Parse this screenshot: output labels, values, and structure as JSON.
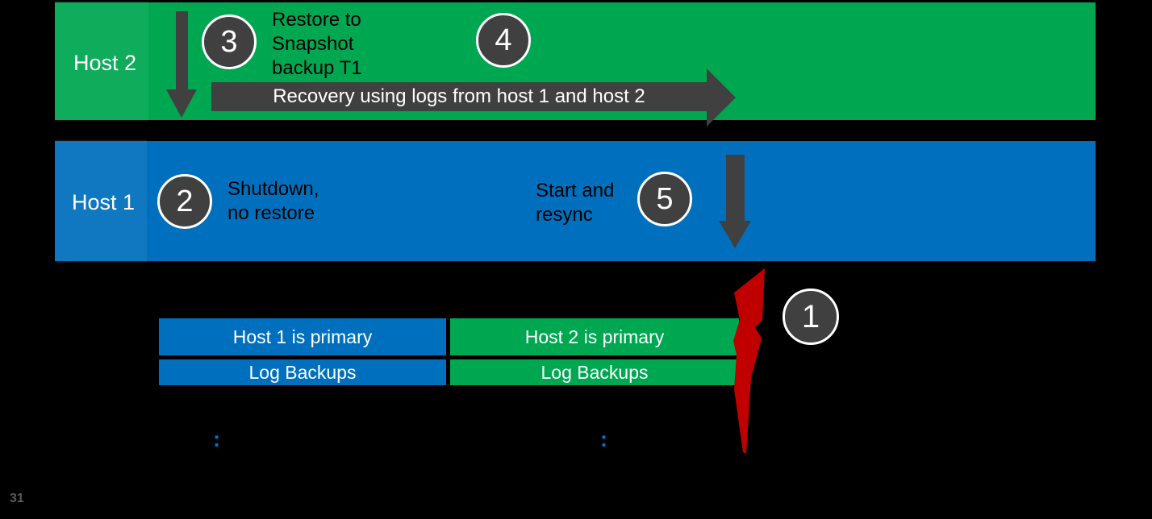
{
  "colors": {
    "green": "#00A751",
    "blue": "#0070BE",
    "dark_gray": "#404040",
    "red": "#C00000",
    "background": "#000000",
    "text_light": "#FFFFFF",
    "text_dark": "#000000",
    "page_number_gray": "#595959",
    "colon_blue": "#0077C8"
  },
  "host2_lane": {
    "label": "Host 2",
    "step3_badge": "3",
    "step3_lines": [
      "Restore to",
      "Snapshot",
      "backup T1"
    ],
    "step4_badge": "4",
    "recovery_arrow_label": "Recovery using logs from host 1 and host 2"
  },
  "host1_lane": {
    "label": "Host 1",
    "step2_badge": "2",
    "step2_lines": [
      "Shutdown,",
      "no restore"
    ],
    "step5_lines": [
      "Start and",
      "resync"
    ],
    "step5_badge": "5"
  },
  "timeline_bars": {
    "host1_primary_label": "Host 1 is primary",
    "host2_primary_label": "Host 2 is primary",
    "host1_log_backups_label": "Log Backups",
    "host2_log_backups_label": "Log Backups"
  },
  "annotations": {
    "failure_badge": "1",
    "left_colon": ":",
    "right_colon": ":"
  },
  "slide": {
    "page_number": "31"
  }
}
